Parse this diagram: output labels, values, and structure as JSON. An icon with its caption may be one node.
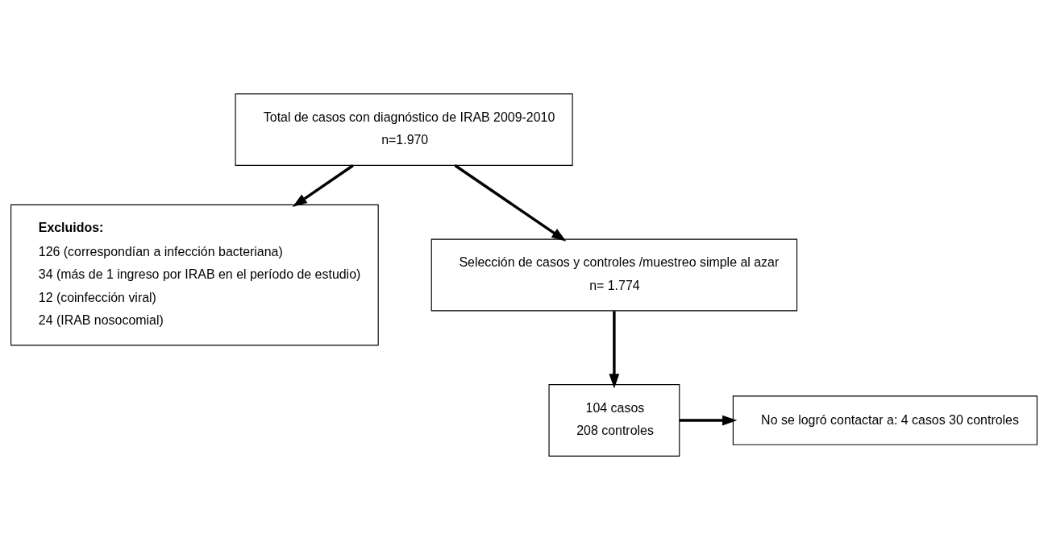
{
  "diagram": {
    "nodes": [
      {
        "text": [
          "Total de casos con diagnóstico de IRAB 2009-2010",
          "n=1.970"
        ]
      },
      {
        "text": [
          "Excluidos:",
          "126 (correspondían a infección bacteriana)",
          "34 (más de 1 ingreso por IRAB en el período de estudio)",
          "12 (coinfección viral)",
          "24 (IRAB nosocomial)"
        ]
      },
      {
        "text": [
          "Selección de casos y controles /muestreo simple al azar",
          "n= 1.774"
        ]
      },
      {
        "text": [
          "104 casos",
          "208 controles"
        ]
      },
      {
        "text": [
          "No se logró contactar a: 4 casos 30 controles"
        ]
      }
    ],
    "edges": [
      {
        "from": 0,
        "to": 1,
        "arrow": "to"
      },
      {
        "from": 0,
        "to": 2,
        "arrow": "to"
      },
      {
        "from": 2,
        "to": 3,
        "arrow": "to"
      },
      {
        "from": 3,
        "to": 4,
        "arrow": "to"
      }
    ]
  }
}
